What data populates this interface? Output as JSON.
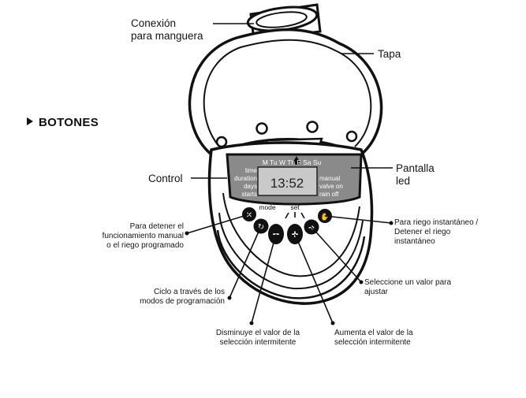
{
  "heading": "BOTONES",
  "callouts": {
    "hose": "Conexión\npara manguera",
    "lid": "Tapa",
    "control": "Control",
    "display": "Pantalla\nled",
    "stop": "Para detener el\nfuncionamiento manual\no el riego programado",
    "cycle": "Ciclo a través de los\nmodos de programación",
    "decrease": "Disminuye el valor de la\nselección intermitente",
    "increase": "Aumenta el valor de la\nselección intermitente",
    "select": "Seleccione un valor para\najustar",
    "instant": "Para riego instantáneo /\nDetener el riego\ninstantáneo"
  },
  "device": {
    "days": "M Tu W Th F Sa Su",
    "left_modes": [
      "time",
      "duration",
      "days",
      "starts"
    ],
    "right_modes": [
      "manual",
      "valve on",
      "rain off"
    ],
    "time": "13:52",
    "mode_label": "mode",
    "set_label": "set",
    "minus": "−",
    "plus": "+"
  }
}
